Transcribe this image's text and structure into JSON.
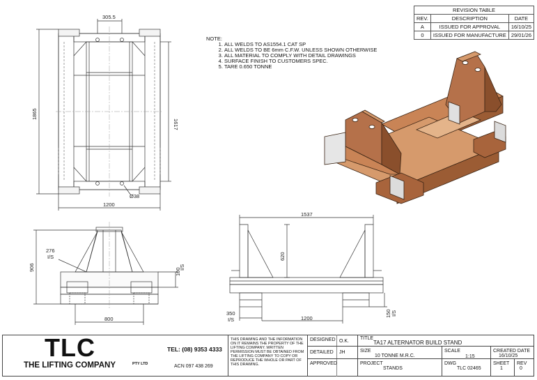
{
  "revision_table": {
    "title": "REVISION TABLE",
    "headers": [
      "REV.",
      "DESCRIPTION",
      "DATE"
    ],
    "rows": [
      {
        "rev": "A",
        "description": "ISSUED FOR APPROVAL",
        "date": "16/10/25"
      },
      {
        "rev": "0",
        "description": "ISSUED FOR MANUFACTURE",
        "date": "29/01/26"
      }
    ]
  },
  "notes": {
    "title": "NOTE:",
    "items": [
      "ALL WELDS TO AS1554.1 CAT SP",
      "ALL WELDS TO BE 6mm C.F.W. UNLESS SHOWN OTHERWISE",
      "ALL MATERIAL TO COMPLY WITH DETAIL DRAWINGS",
      "SURFACE FINISH TO CUSTOMERS SPEC.",
      "TARE 0.650 TONNE"
    ]
  },
  "dimensions": {
    "top_width": "305.5",
    "overall_length": "1865",
    "inner_length": "1617",
    "overall_width": "1200",
    "hole_dia": "Ø38",
    "end_height": "906",
    "end_top": "276",
    "end_top_ref": "I/S",
    "end_step": "100",
    "end_step_ref": "I/S",
    "end_base": "800",
    "side_length": "1537",
    "side_height": "620",
    "side_foot": "350",
    "side_foot_ref": "I/S",
    "side_base": "1200",
    "side_leg": "150",
    "side_leg_ref": "I/S"
  },
  "title_block": {
    "logo": "TLC",
    "company": "THE LIFTING COMPANY",
    "company_suffix": "PTY LTD",
    "phone": "TEL: (08) 9353 4333",
    "acn": "ACN 097 438 269",
    "disclaimer": "THIS DRAWING AND THE INFORMATION ON IT REMAINS THE PROPERTY OF THE LIFTING COMPANY. WRITTEN PERMISSION MUST BE OBTAINED FROM THE LIFTING COMPANY TO COPY OR REPRODUCE THE WHOLE OR PART OF THIS DRAWING.",
    "designed_label": "DESIGNED",
    "designed_value": "O.K.",
    "detailed_label": "DETAILED",
    "detailed_value": "JH",
    "approved_label": "APPROVED",
    "title_label": "TITLE",
    "title_value": "TA17 ALTERNATOR BUILD STAND",
    "size_label": "SIZE",
    "size_value": "10 TONNE M.R.C.",
    "scale_label": "SCALE",
    "scale_value": "1:15",
    "created_label": "CREATED DATE",
    "created_value": "16/10/25",
    "project_label": "PROJECT",
    "project_value": "STANDS",
    "dwg_label": "DWG",
    "dwg_value": "TLC 02465",
    "sheet_label": "SHEET",
    "sheet_value": "1",
    "rev_label": "REV",
    "rev_value": "0"
  },
  "colors": {
    "steel": "#b5714a",
    "steel_dark": "#8a4f2c",
    "steel_light": "#d69a6c",
    "line": "#333333"
  }
}
